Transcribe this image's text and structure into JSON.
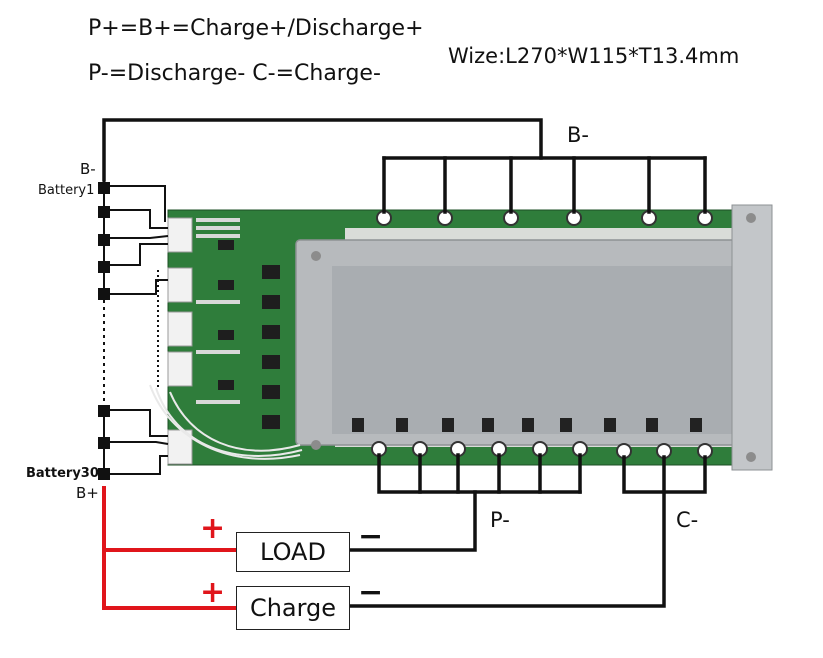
{
  "header": {
    "line1": "P+=B+=Charge+/Discharge+",
    "line2": "P-=Discharge-  C-=Charge-",
    "size": "Wize:L270*W115*T13.4mm"
  },
  "labels": {
    "b_minus_top": "B-",
    "b_minus_left": "B-",
    "battery1": "Battery1",
    "battery30": "Battery30",
    "b_plus": "B+",
    "p_minus": "P-",
    "c_minus": "C-"
  },
  "boxes": {
    "load": "LOAD",
    "charge": "Charge"
  },
  "signs": {
    "load_plus": "+",
    "load_minus": "−",
    "charge_plus": "+",
    "charge_minus": "−"
  },
  "colors": {
    "positive_wire": "#e0151b",
    "negative_wire": "#111111",
    "pcb_green": "#2e7d3a",
    "heatsink": "#b9bcbf"
  }
}
